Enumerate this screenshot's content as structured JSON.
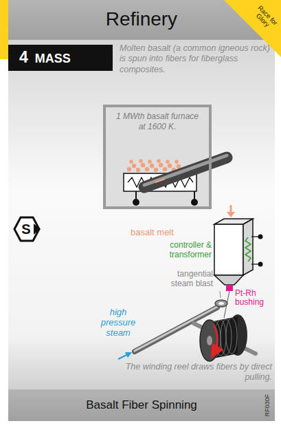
{
  "diagram": {
    "title": "Refinery",
    "caption": "Basalt Fiber Spinning",
    "nodes": [
      {
        "text": [
          "4",
          "MASS"
        ]
      },
      {
        "text": [
          "1 MWth basalt furnace at 1600 K."
        ]
      },
      {
        "text": [
          "S"
        ]
      }
    ],
    "labels": [
      "Race for Glory",
      "Molten basalt (a common igneous rock) is spun into fibers for fiberglass composites.",
      "basalt melt",
      "controller & transformer",
      "tangential steam blast",
      "Pt-Rh bushing",
      "high pressure steam",
      "The winding reel draws fibers by direct pulling.",
      "RF030F"
    ]
  }
}
